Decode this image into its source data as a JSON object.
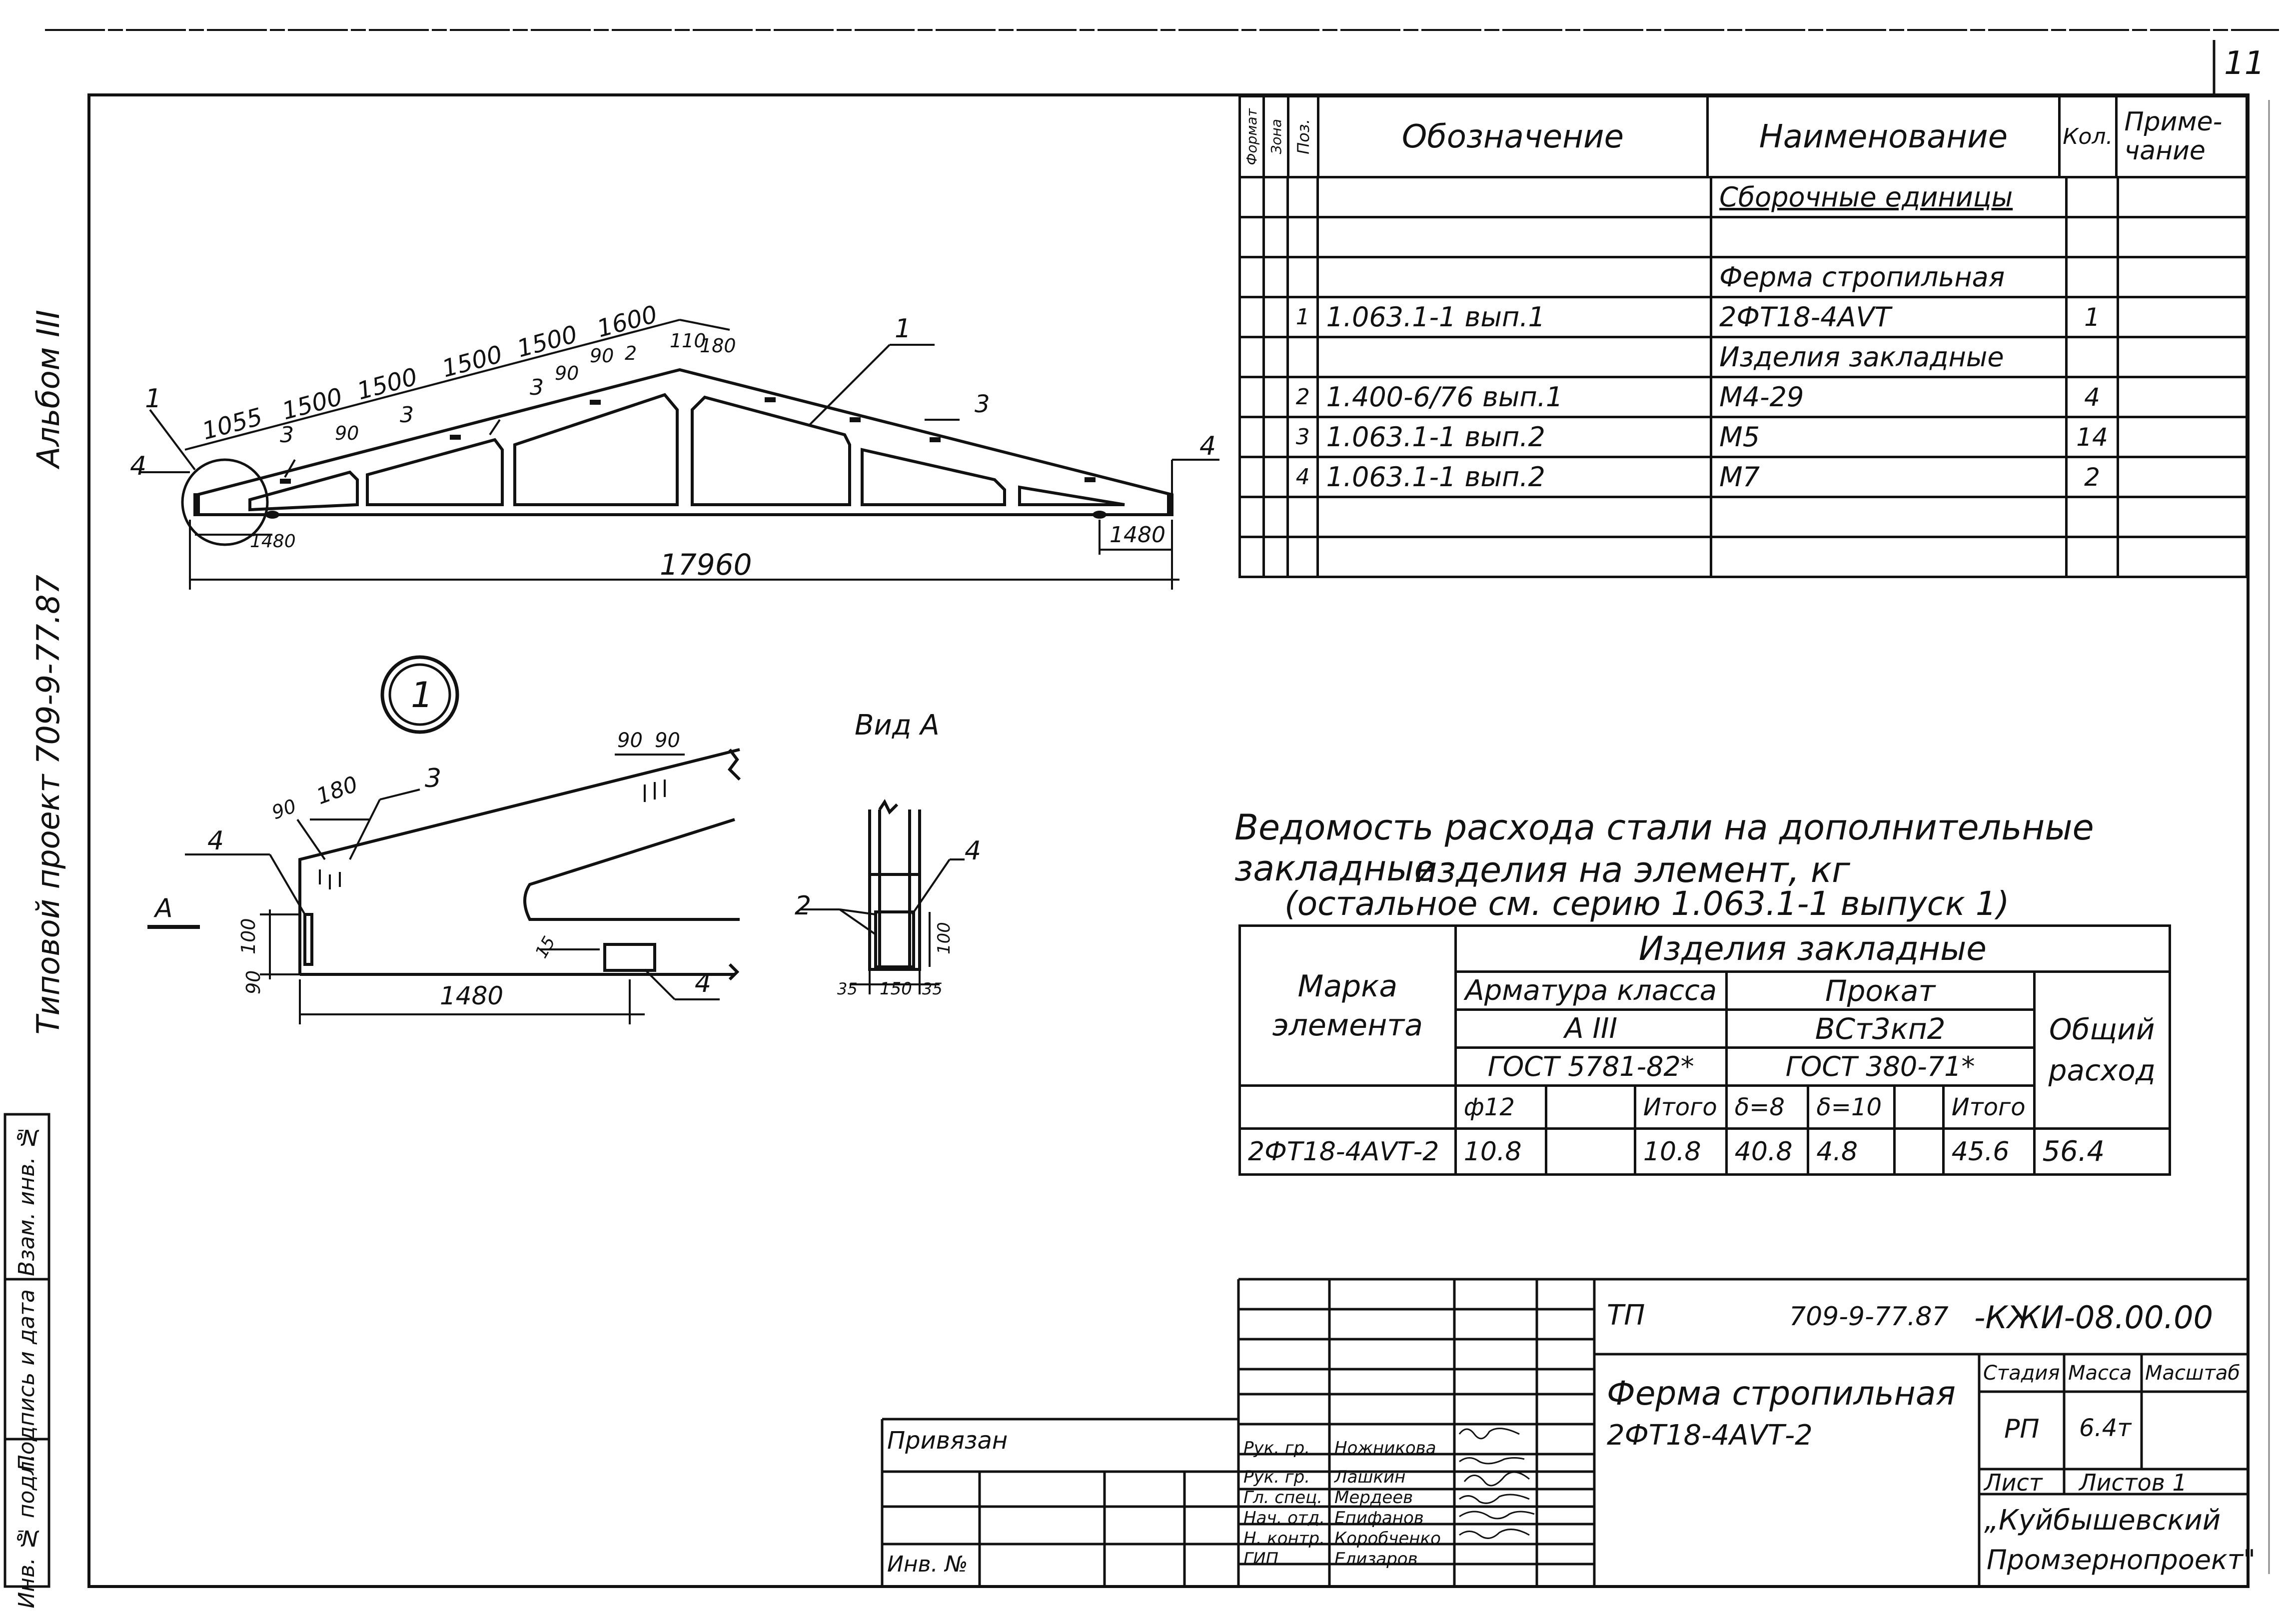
{
  "sheet_number": "11",
  "left_margin": {
    "album": "Альбом III",
    "project": "Типовой проект 709-9-77.87",
    "stamp_boxes": [
      "Инв. № подл.",
      "Подпись и дата",
      "Взам. инв. №"
    ]
  },
  "truss": {
    "dims_top": [
      "1055",
      "1500",
      "1500",
      "1500",
      "1500",
      "1600",
      "110",
      "180"
    ],
    "small_dims": [
      "90",
      "90",
      "90",
      "2",
      "3"
    ],
    "part_numbers": [
      "1",
      "3",
      "3",
      "3",
      "4",
      "4",
      "1",
      "3"
    ],
    "bottom_dims": [
      "1480",
      "1480"
    ],
    "span": "17960"
  },
  "detail_1": {
    "callout": "1",
    "dims": [
      "90",
      "180",
      "90",
      "90",
      "100",
      "90",
      "1480",
      "15"
    ],
    "part_numbers": [
      "4",
      "3",
      "4"
    ],
    "view_marker": "A"
  },
  "view_a": {
    "title": "Вид А",
    "dims": [
      "35",
      "150",
      "35",
      "100"
    ],
    "part_numbers": [
      "4",
      "2"
    ]
  },
  "spec_table": {
    "headers": {
      "format": "Формат",
      "zone": "Зона",
      "pos": "Поз.",
      "designation": "Обозначение",
      "name": "Наименование",
      "qty": "Кол.",
      "note": "Приме-чание"
    },
    "rows": [
      {
        "pos": "",
        "designation": "",
        "name": "Сборочные единицы",
        "qty": "",
        "underline": true
      },
      {
        "pos": "",
        "designation": "",
        "name": "",
        "qty": ""
      },
      {
        "pos": "",
        "designation": "",
        "name": "Ферма стропильная",
        "qty": ""
      },
      {
        "pos": "1",
        "designation": "1.063.1-1 вып.1",
        "name": "2ФТ18-4АVТ",
        "qty": "1"
      },
      {
        "pos": "",
        "designation": "",
        "name": "Изделия закладные",
        "qty": ""
      },
      {
        "pos": "2",
        "designation": "1.400-6/76 вып.1",
        "name": "М4-29",
        "qty": "4"
      },
      {
        "pos": "3",
        "designation": "1.063.1-1 вып.2",
        "name": "М5",
        "qty": "14"
      },
      {
        "pos": "4",
        "designation": "1.063.1-1 вып.2",
        "name": "М7",
        "qty": "2"
      },
      {
        "pos": "",
        "designation": "",
        "name": "",
        "qty": ""
      },
      {
        "pos": "",
        "designation": "",
        "name": "",
        "qty": ""
      }
    ]
  },
  "steel_table": {
    "title_line1": "Ведомость расхода стали на дополнительные закладные",
    "title_line2": "изделия на элемент, кг",
    "title_line3": "(остальное см. серию 1.063.1-1 выпуск 1)",
    "mark_header": "Марка элемента",
    "items_header": "Изделия закладные",
    "rebar_header": "Арматура класса",
    "rebar_class": "А III",
    "rebar_gost": "ГОСТ 5781-82*",
    "rolled_header": "Прокат",
    "rolled_grade": "ВСт3кп2",
    "rolled_gost": "ГОСТ 380-71*",
    "total_header": "Общий расход",
    "sub_headers": [
      "ф12",
      "",
      "Итого",
      "δ=8",
      "δ=10",
      "",
      "Итого"
    ],
    "row": {
      "mark": "2ФТ18-4АVТ-2",
      "values": [
        "10.8",
        "",
        "10.8",
        "40.8",
        "4.8",
        "",
        "45.6"
      ],
      "total": "56.4"
    }
  },
  "title_block": {
    "code_prefix": "ТП",
    "code": "709-9-77.87",
    "code_suffix": "-КЖИ-08.00.00",
    "name_line1": "Ферма стропильная",
    "name_line2": "2ФТ18-4АVТ-2",
    "stage_header": "Стадия",
    "mass_header": "Масса",
    "scale_header": "Масштаб",
    "stage": "РП",
    "mass": "6.4т",
    "sheet_label": "Лист",
    "sheets_label": "Листов 1",
    "org_line1": "„Куйбышевский",
    "org_line2": "Промзернопроект\"",
    "tied_label": "Привязан",
    "inv_label": "Инв. №",
    "signers": [
      {
        "role": "Рук. гр.",
        "name": "Ножникова"
      },
      {
        "role": "Рук. гр.",
        "name": "Лашкин"
      },
      {
        "role": "Гл. спец.",
        "name": "Мердеев"
      },
      {
        "role": "Нач. отд.",
        "name": "Епифанов"
      },
      {
        "role": "Н. контр.",
        "name": "Коробченко"
      },
      {
        "role": "ГИП",
        "name": "Елизаров"
      }
    ]
  }
}
